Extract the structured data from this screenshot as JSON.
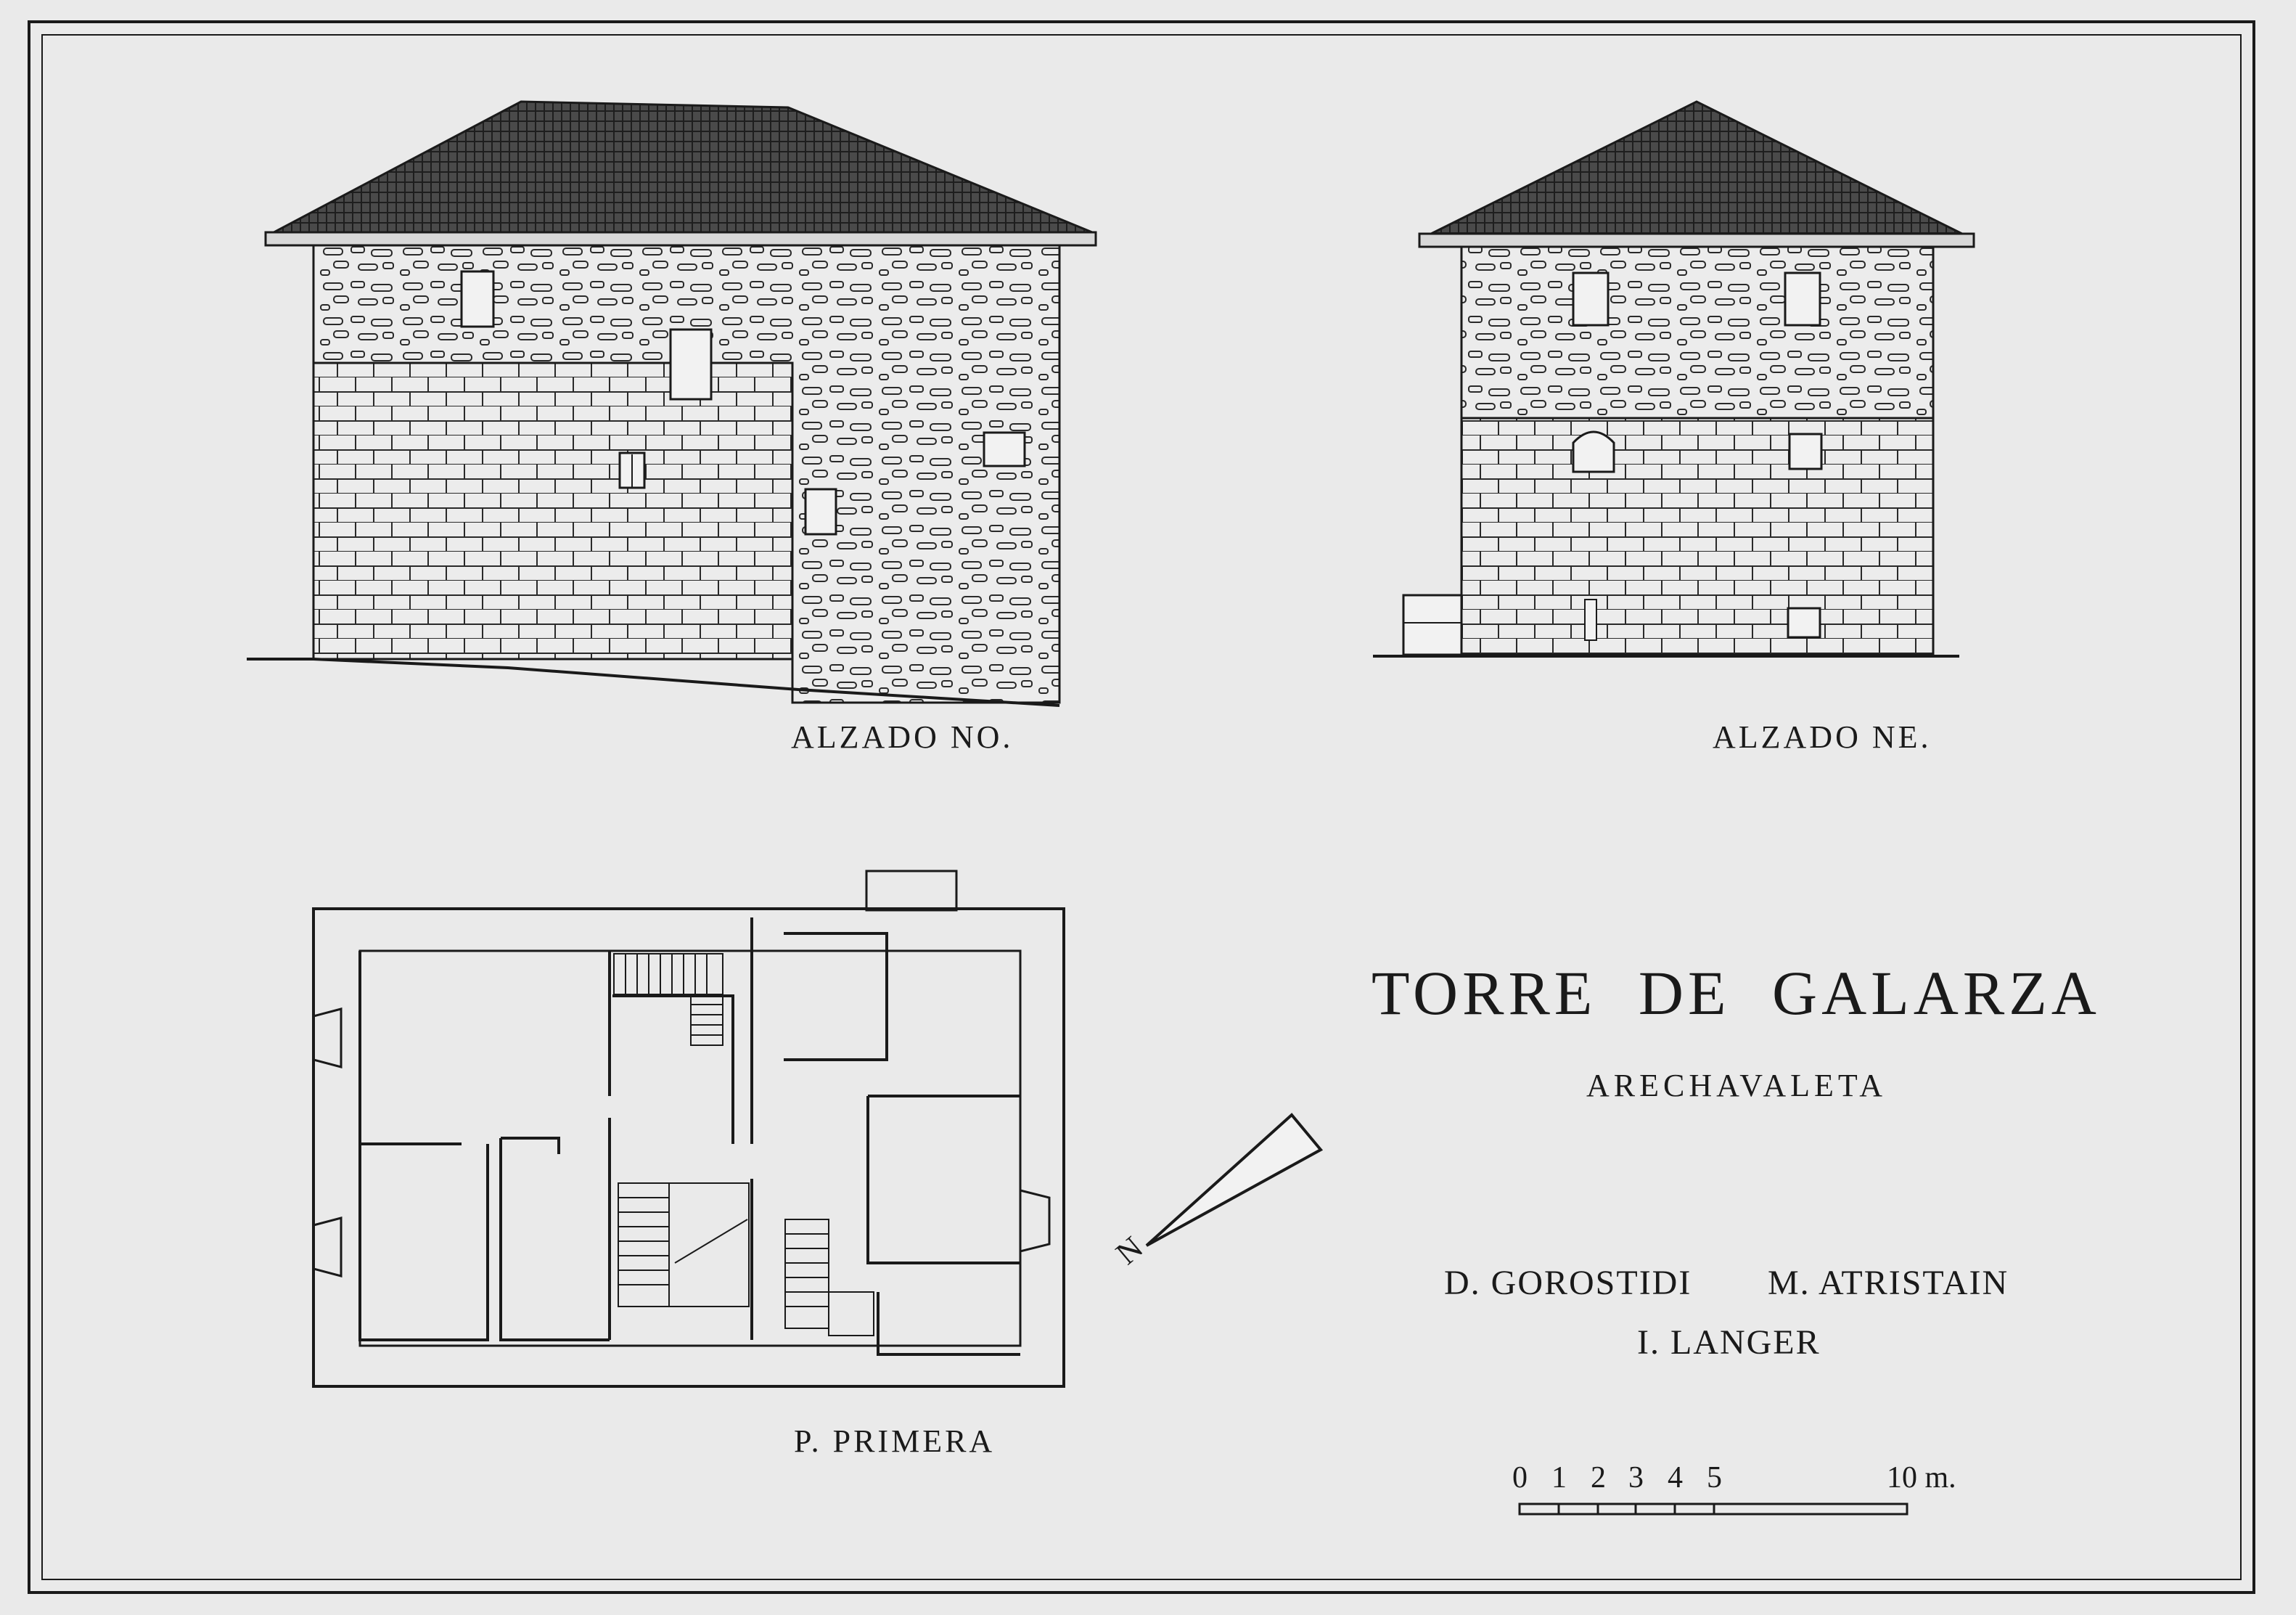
{
  "title": "TORRE  DE  GALARZA",
  "subtitle": "ARECHAVALETA",
  "authors": [
    "D. GOROSTIDI",
    "M. ATRISTAIN",
    "I. LANGER"
  ],
  "elevations": {
    "no": "ALZADO NO.",
    "ne": "ALZADO NE."
  },
  "plan": {
    "label": "P. PRIMERA",
    "north": "N"
  },
  "scale": {
    "ticks": [
      "0",
      "1",
      "2",
      "3",
      "4",
      "5"
    ],
    "end_label": "10 m."
  },
  "colors": {
    "paper": "#eaeaea",
    "ink": "#1a1a1a"
  }
}
